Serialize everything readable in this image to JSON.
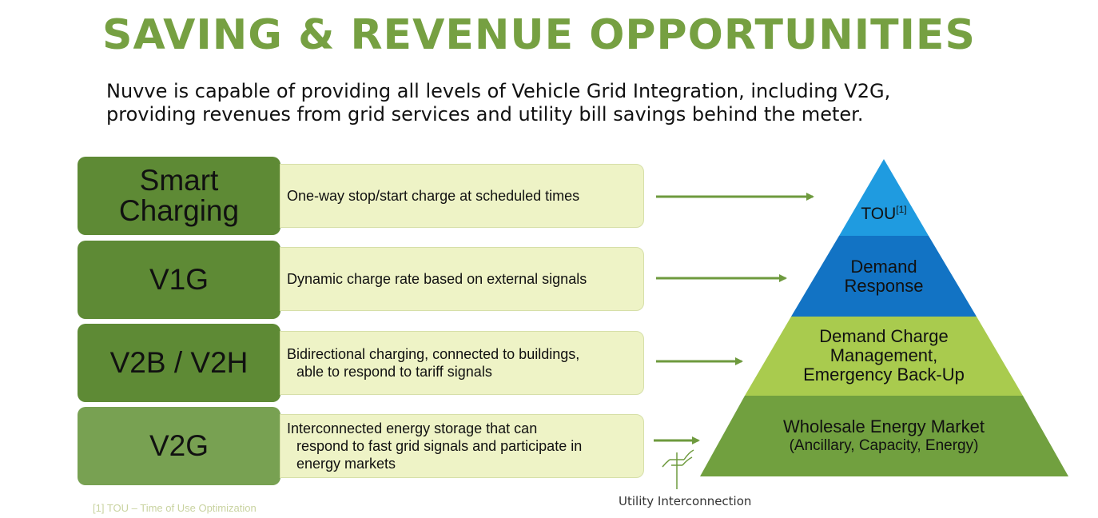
{
  "title": "SAVING & REVENUE OPPORTUNITIES",
  "intro": {
    "line1": "Nuvve is capable of providing all levels of Vehicle Grid Integration, including V2G,",
    "line2": "providing revenues from grid services and utility bill savings behind the meter."
  },
  "rows": [
    {
      "label_lines": [
        "Smart",
        "Charging"
      ],
      "desc_lines": [
        "One-way stop/start charge at scheduled times"
      ]
    },
    {
      "label_lines": [
        "V1G"
      ],
      "desc_lines": [
        "Dynamic charge rate based on external signals"
      ]
    },
    {
      "label_lines": [
        "V2B / V2H"
      ],
      "desc_lines": [
        "Bidirectional charging, connected to buildings,",
        "able to respond to tariff signals"
      ]
    },
    {
      "label_lines": [
        "V2G"
      ],
      "desc_lines": [
        "Interconnected energy storage that can",
        "respond to fast grid signals and participate in",
        "energy markets"
      ]
    }
  ],
  "pyramid": {
    "tier1": {
      "text": "TOU",
      "superscript": "[1]"
    },
    "tier2": {
      "line1": "Demand",
      "line2": "Response"
    },
    "tier3": {
      "line1": "Demand Charge",
      "line2": "Management,",
      "line3": "Emergency Back-Up"
    },
    "tier4": {
      "line1": "Wholesale Energy Market",
      "line2": "(Ancillary, Capacity, Energy)"
    }
  },
  "utility_label": "Utility Interconnection",
  "footnote": "[1] TOU – Time of Use Optimization",
  "colors": {
    "title_green": "#76a042",
    "label_dark_green": "#5e8a35",
    "label_light_green": "#78a152",
    "desc_bg": "#eef3c6",
    "arrow_green": "#6e9a3e",
    "tier1": "#1f9be0",
    "tier2": "#1273c4",
    "tier3": "#a9cb4e",
    "tier4": "#71a03f"
  }
}
